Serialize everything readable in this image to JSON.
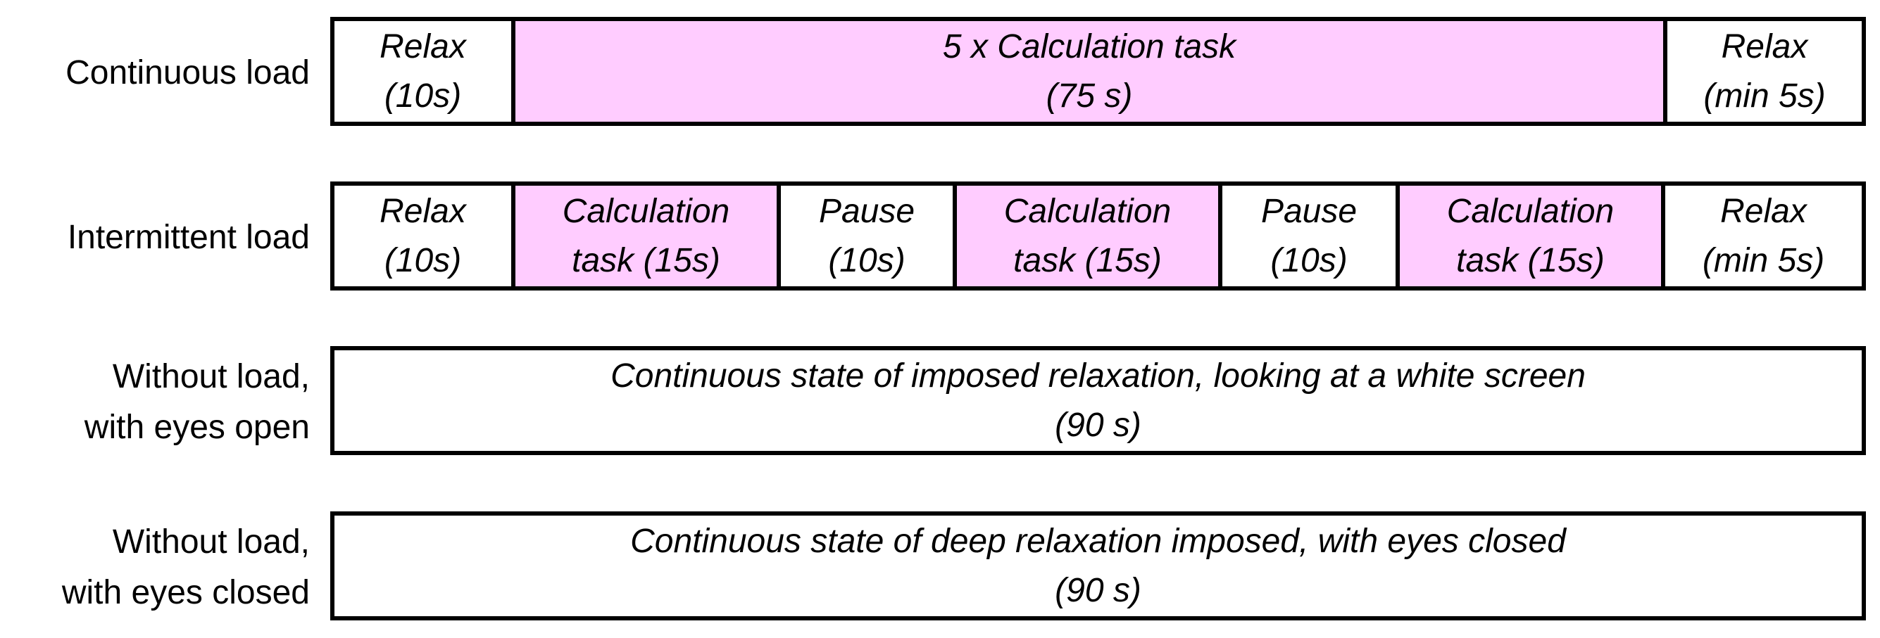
{
  "colors": {
    "task_fill": "#ffccff",
    "rest_fill": "#ffffff",
    "border": "#000000"
  },
  "rows": [
    {
      "label": "Continuous load",
      "segments": [
        {
          "text": "Relax\n(10s)",
          "kind": "rest",
          "seconds": 10
        },
        {
          "text": "5 x Calculation task\n(75 s)",
          "kind": "task",
          "seconds": 75
        },
        {
          "text": "Relax\n(min 5s)",
          "kind": "rest",
          "seconds": 5
        }
      ]
    },
    {
      "label": "Intermittent load",
      "segments": [
        {
          "text": "Relax\n(10s)",
          "kind": "rest",
          "seconds": 10
        },
        {
          "text": "Calculation\ntask (15s)",
          "kind": "task",
          "seconds": 15
        },
        {
          "text": "Pause\n(10s)",
          "kind": "rest",
          "seconds": 10
        },
        {
          "text": "Calculation\ntask (15s)",
          "kind": "task",
          "seconds": 15
        },
        {
          "text": "Pause\n(10s)",
          "kind": "rest",
          "seconds": 10
        },
        {
          "text": "Calculation\ntask (15s)",
          "kind": "task",
          "seconds": 15
        },
        {
          "text": "Relax\n(min 5s)",
          "kind": "rest",
          "seconds": 5
        }
      ]
    },
    {
      "label": "Without load,\nwith eyes open",
      "segments": [
        {
          "text": "Continuous state of imposed relaxation, looking at a white screen\n(90 s)",
          "kind": "rest",
          "seconds": 90
        }
      ]
    },
    {
      "label": "Without load,\nwith eyes closed",
      "segments": [
        {
          "text": "Continuous state of deep relaxation imposed, with eyes closed\n(90 s)",
          "kind": "rest",
          "seconds": 90
        }
      ]
    }
  ]
}
